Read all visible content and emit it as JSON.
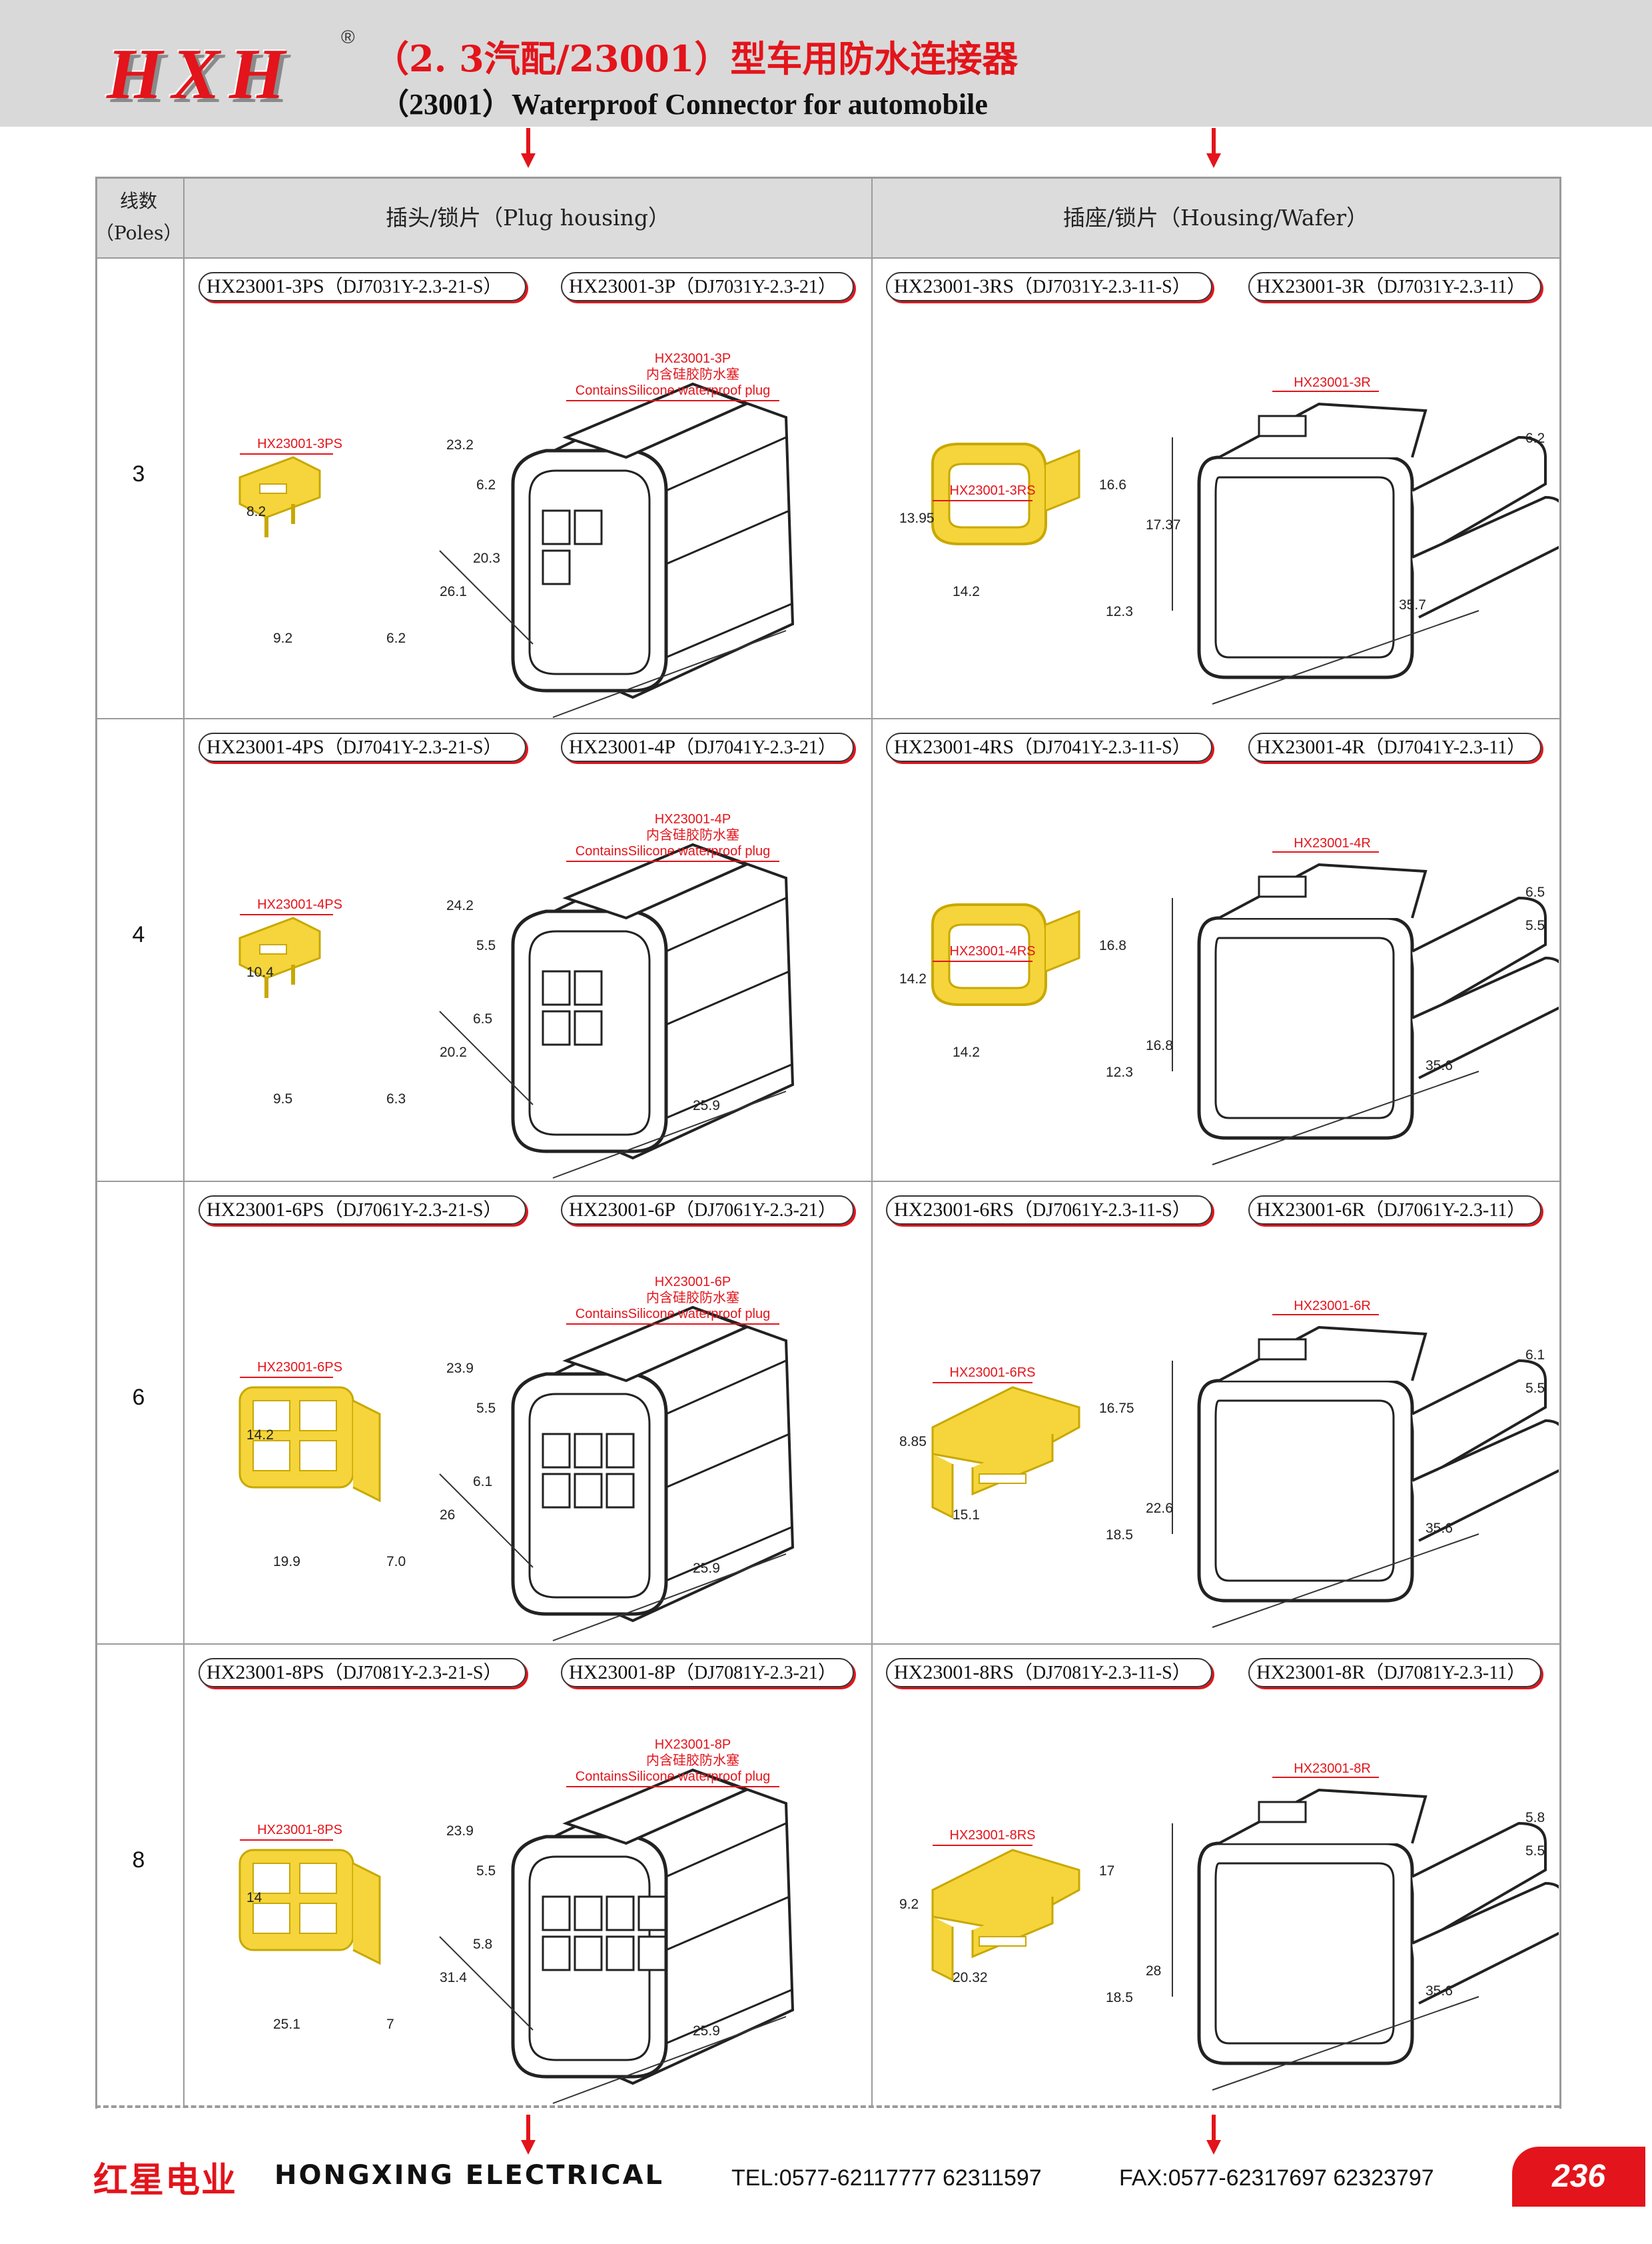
{
  "header": {
    "brand": "HXH",
    "registered": "®",
    "title_cn": "（2. 3汽配/23001）型车用防水连接器",
    "title_en": "（23001）Waterproof Connector for automobile"
  },
  "table": {
    "poles_head_cn": "线数",
    "poles_head_en": "（Poles）",
    "plug_head": "插头/锁片（Plug housing）",
    "housing_head": "插座/锁片（Housing/Wafer）"
  },
  "silicone_cn": "内含硅胶防水塞",
  "silicone_en": "ContainsSilicone waterproof plug",
  "rows": [
    {
      "poles": "3",
      "labels": [
        {
          "pn": "HX23001-3PS",
          "dj": "（DJ7031Y-2.3-21-S）"
        },
        {
          "pn": "HX23001-3P",
          "dj": "（DJ7031Y-2.3-21）"
        },
        {
          "pn": "HX23001-3RS",
          "dj": "（DJ7031Y-2.3-11-S）"
        },
        {
          "pn": "HX23001-3R",
          "dj": "（DJ7031Y-2.3-11）"
        }
      ],
      "callouts": {
        "ps": "HX23001-3PS",
        "p": "HX23001-3P",
        "rs": "HX23001-3RS",
        "r": "HX23001-3R"
      },
      "dims": {
        "ps": [
          "8.2",
          "9.2",
          "6.2"
        ],
        "p": [
          "23.2",
          "6.2",
          "20.3",
          "26.1"
        ],
        "rs": [
          "13.95",
          "14.2",
          "12.3"
        ],
        "r": [
          "16.6",
          "17.37",
          "6.2",
          "35.7"
        ]
      }
    },
    {
      "poles": "4",
      "labels": [
        {
          "pn": "HX23001-4PS",
          "dj": "（DJ7041Y-2.3-21-S）"
        },
        {
          "pn": "HX23001-4P",
          "dj": "（DJ7041Y-2.3-21）"
        },
        {
          "pn": "HX23001-4RS",
          "dj": "（DJ7041Y-2.3-11-S）"
        },
        {
          "pn": "HX23001-4R",
          "dj": "（DJ7041Y-2.3-11）"
        }
      ],
      "callouts": {
        "ps": "HX23001-4PS",
        "p": "HX23001-4P",
        "rs": "HX23001-4RS",
        "r": "HX23001-4R"
      },
      "dims": {
        "ps": [
          "10.4",
          "9.5",
          "6.3"
        ],
        "p": [
          "24.2",
          "5.5",
          "6.5",
          "20.2",
          "25.9"
        ],
        "rs": [
          "14.2",
          "14.2",
          "12.3"
        ],
        "r": [
          "16.8",
          "16.8",
          "6.5",
          "5.5",
          "35.6"
        ]
      }
    },
    {
      "poles": "6",
      "labels": [
        {
          "pn": "HX23001-6PS",
          "dj": "（DJ7061Y-2.3-21-S）"
        },
        {
          "pn": "HX23001-6P",
          "dj": "（DJ7061Y-2.3-21）"
        },
        {
          "pn": "HX23001-6RS",
          "dj": "（DJ7061Y-2.3-11-S）"
        },
        {
          "pn": "HX23001-6R",
          "dj": "（DJ7061Y-2.3-11）"
        }
      ],
      "callouts": {
        "ps": "HX23001-6PS",
        "p": "HX23001-6P",
        "rs": "HX23001-6RS",
        "r": "HX23001-6R"
      },
      "dims": {
        "ps": [
          "14.2",
          "19.9",
          "7.0"
        ],
        "p": [
          "23.9",
          "5.5",
          "6.1",
          "26",
          "25.9"
        ],
        "rs": [
          "8.85",
          "15.1",
          "18.5"
        ],
        "r": [
          "16.75",
          "22.6",
          "6.1",
          "5.5",
          "35.6"
        ]
      }
    },
    {
      "poles": "8",
      "labels": [
        {
          "pn": "HX23001-8PS",
          "dj": "（DJ7081Y-2.3-21-S）"
        },
        {
          "pn": "HX23001-8P",
          "dj": "（DJ7081Y-2.3-21）"
        },
        {
          "pn": "HX23001-8RS",
          "dj": "（DJ7081Y-2.3-11-S）"
        },
        {
          "pn": "HX23001-8R",
          "dj": "（DJ7081Y-2.3-11）"
        }
      ],
      "callouts": {
        "ps": "HX23001-8PS",
        "p": "HX23001-8P",
        "rs": "HX23001-8RS",
        "r": "HX23001-8R"
      },
      "dims": {
        "ps": [
          "14",
          "25.1",
          "7"
        ],
        "p": [
          "23.9",
          "5.5",
          "5.8",
          "31.4",
          "25.9"
        ],
        "rs": [
          "9.2",
          "20.32",
          "18.5"
        ],
        "r": [
          "17",
          "28",
          "5.8",
          "5.5",
          "35.6"
        ]
      }
    }
  ],
  "footer": {
    "brand_cn": "红星电业",
    "brand_en": "HONGXING ELECTRICAL",
    "tel": "TEL:0577-62117777   62311597",
    "fax": "FAX:0577-62317697   62323797",
    "page": "236"
  },
  "colors": {
    "accent": "#e3141b",
    "part_gray": "#5a5a5a",
    "lock_yellow": "#f5d53b"
  }
}
